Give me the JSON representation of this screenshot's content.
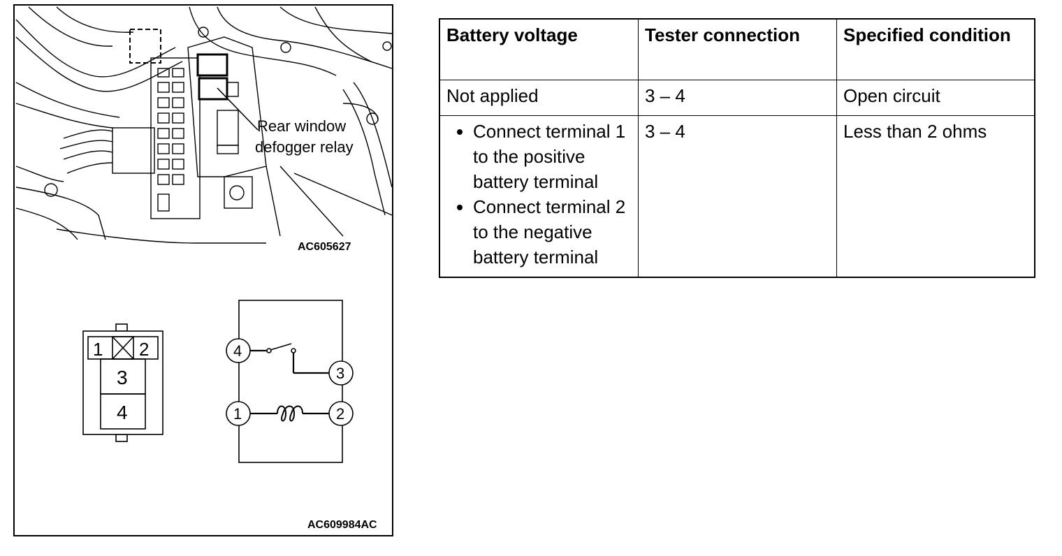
{
  "figure": {
    "callout_line1": "Rear window",
    "callout_line2": "defogger relay",
    "photo_code": "AC605627",
    "figure_code": "AC609984AC",
    "connector": {
      "pin1": "1",
      "pin2": "2",
      "pin3": "3",
      "pin4": "4"
    },
    "schematic": {
      "t4": "4",
      "t3": "3",
      "t1": "1",
      "t2": "2"
    }
  },
  "table": {
    "headers": [
      "Battery voltage",
      "Tester connection",
      "Specified condition"
    ],
    "rows": [
      {
        "battery_voltage": "Not applied",
        "tester_connection": "3 – 4",
        "specified_condition": "Open circuit"
      },
      {
        "battery_voltage_items": [
          "Connect terminal 1 to the positive battery terminal",
          "Connect terminal 2 to the negative battery terminal"
        ],
        "tester_connection": "3 – 4",
        "specified_condition": "Less than 2 ohms"
      }
    ]
  }
}
